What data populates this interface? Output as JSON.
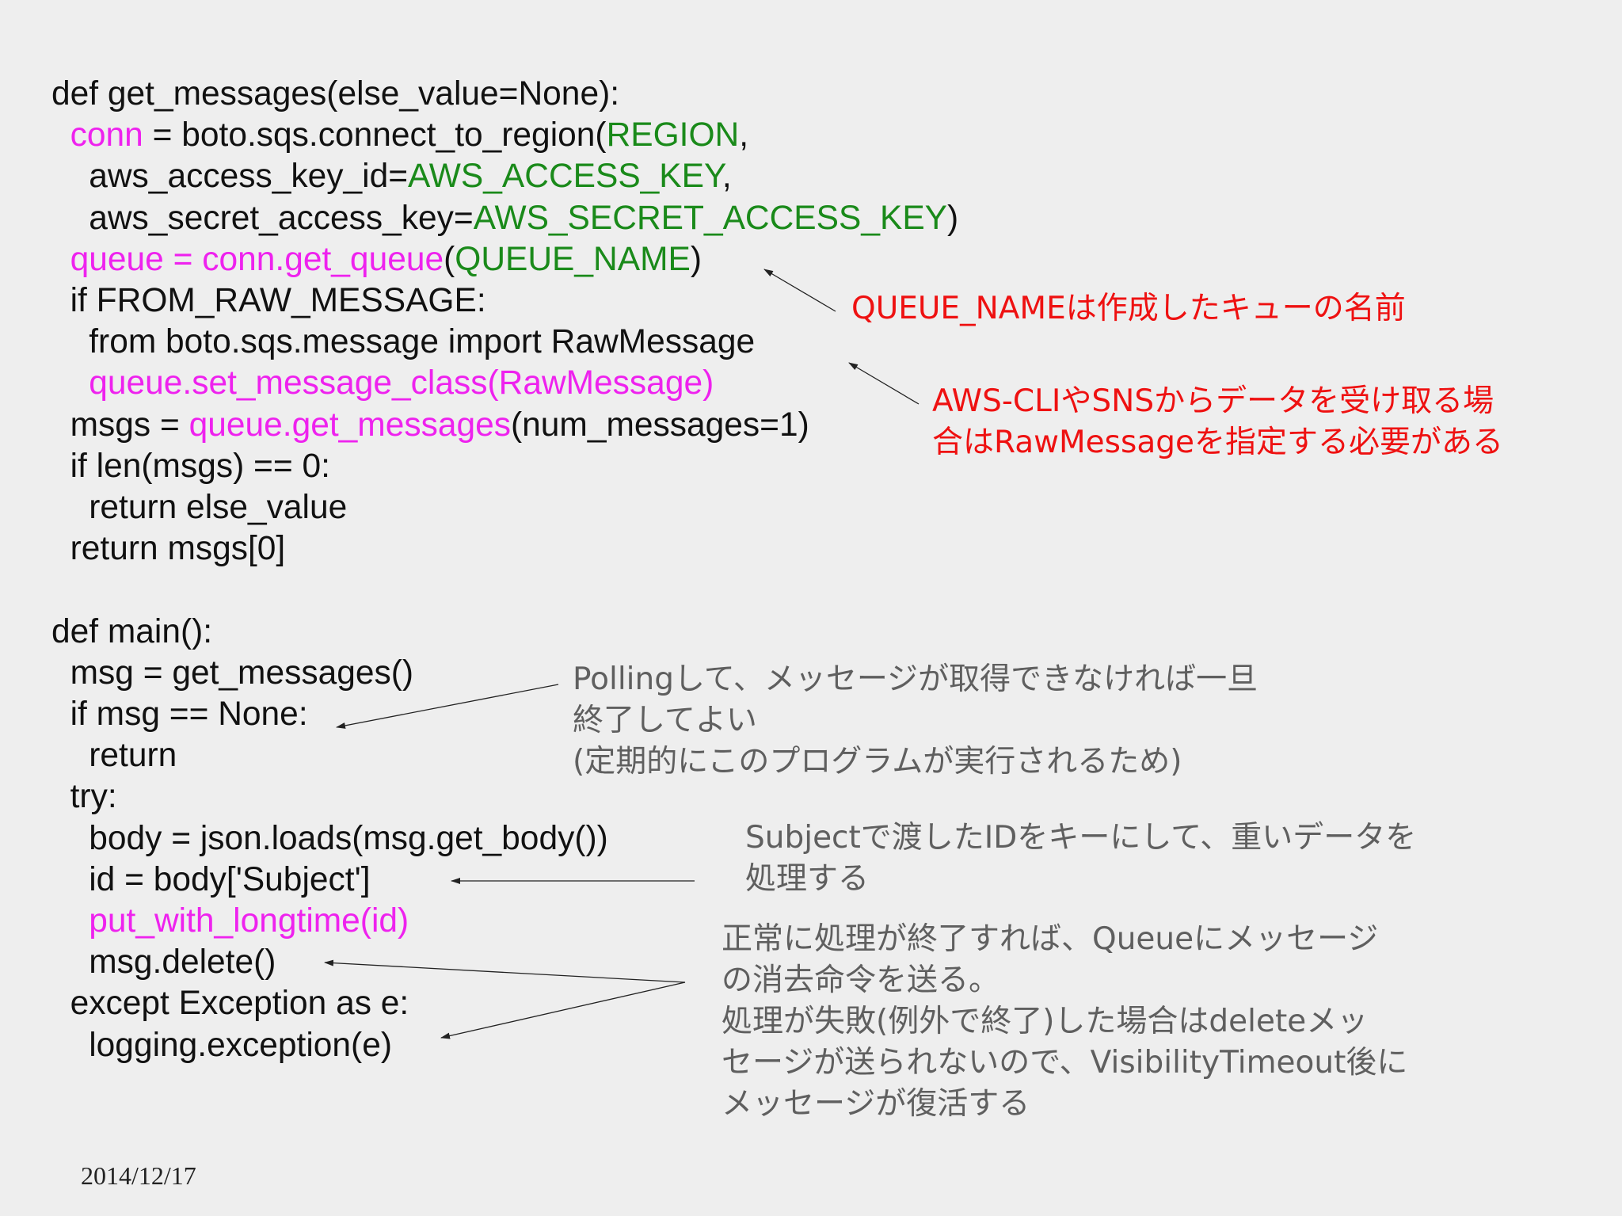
{
  "code_lines": [
    {
      "tokens": [
        {
          "text": "def get_messages(else_value=None):",
          "color": "default"
        }
      ]
    },
    {
      "tokens": [
        {
          "text": "  ",
          "color": "default"
        },
        {
          "text": "conn",
          "color": "magenta"
        },
        {
          "text": " = boto.sqs.connect_to_region(",
          "color": "default"
        },
        {
          "text": "REGION",
          "color": "green"
        },
        {
          "text": ",",
          "color": "default"
        }
      ]
    },
    {
      "tokens": [
        {
          "text": "    aws_access_key_id=",
          "color": "default"
        },
        {
          "text": "AWS_ACCESS_KEY",
          "color": "green"
        },
        {
          "text": ",",
          "color": "default"
        }
      ]
    },
    {
      "tokens": [
        {
          "text": "    aws_secret_access_key=",
          "color": "default"
        },
        {
          "text": "AWS_SECRET_ACCESS_KEY",
          "color": "green"
        },
        {
          "text": ")",
          "color": "default"
        }
      ]
    },
    {
      "tokens": [
        {
          "text": "  ",
          "color": "default"
        },
        {
          "text": "queue = conn.get_queue",
          "color": "magenta"
        },
        {
          "text": "(",
          "color": "default"
        },
        {
          "text": "QUEUE_NAME",
          "color": "green"
        },
        {
          "text": ")",
          "color": "default"
        }
      ]
    },
    {
      "tokens": [
        {
          "text": "  if FROM_RAW_MESSAGE:",
          "color": "default"
        }
      ]
    },
    {
      "tokens": [
        {
          "text": "    from boto.sqs.message import RawMessage",
          "color": "default"
        }
      ]
    },
    {
      "tokens": [
        {
          "text": "    ",
          "color": "default"
        },
        {
          "text": "queue.set_message_class(RawMessage)",
          "color": "magenta"
        }
      ]
    },
    {
      "tokens": [
        {
          "text": "  msgs = ",
          "color": "default"
        },
        {
          "text": "queue.get_messages",
          "color": "magenta"
        },
        {
          "text": "(num_messages=1)",
          "color": "default"
        }
      ]
    },
    {
      "tokens": [
        {
          "text": "  if len(msgs) == 0:",
          "color": "default"
        }
      ]
    },
    {
      "tokens": [
        {
          "text": "    return else_value",
          "color": "default"
        }
      ]
    },
    {
      "tokens": [
        {
          "text": "  return msgs[0]",
          "color": "default"
        }
      ]
    },
    {
      "tokens": []
    },
    {
      "tokens": [
        {
          "text": "def main():",
          "color": "default"
        }
      ]
    },
    {
      "tokens": [
        {
          "text": "  msg = get_messages()",
          "color": "default"
        }
      ]
    },
    {
      "tokens": [
        {
          "text": "  if msg == None:",
          "color": "default"
        }
      ]
    },
    {
      "tokens": [
        {
          "text": "    return",
          "color": "default"
        }
      ]
    },
    {
      "tokens": [
        {
          "text": "  try:",
          "color": "default"
        }
      ]
    },
    {
      "tokens": [
        {
          "text": "    body = json.loads(msg.get_body())",
          "color": "default"
        }
      ]
    },
    {
      "tokens": [
        {
          "text": "    id = body['Subject']",
          "color": "default"
        }
      ]
    },
    {
      "tokens": [
        {
          "text": "    ",
          "color": "default"
        },
        {
          "text": "put_with_longtime(id)",
          "color": "magenta"
        }
      ]
    },
    {
      "tokens": [
        {
          "text": "    msg.delete()",
          "color": "default"
        }
      ]
    },
    {
      "tokens": [
        {
          "text": "  except Exception as e:",
          "color": "default"
        }
      ]
    },
    {
      "tokens": [
        {
          "text": "    logging.exception(e)",
          "color": "default"
        }
      ]
    }
  ],
  "annotations": {
    "queue_name": "QUEUE_NAMEは作成したキューの名前",
    "raw_message": "AWS-CLIやSNSからデータを受け取る場\n合はRawMessageを指定する必要がある",
    "polling": "Pollingして、メッセージが取得できなければ一旦\n終了してよい\n(定期的にこのプログラムが実行されるため)",
    "subject": "Subjectで渡したIDをキーにして、重いデータを\n処理する",
    "delete": "正常に処理が終了すれば、Queueにメッセージ\nの消去命令を送る。\n処理が失敗(例外で終了)した場合はdeleteメッ\nセージが送られないので、VisibilityTimeout後に\nメッセージが復活する"
  },
  "footer": {
    "date": "2014/12/17"
  },
  "colors": {
    "background": "#eeeeee",
    "code_default": "#111111",
    "code_magenta": "#ee22ee",
    "code_green": "#1a8a1a",
    "note_red": "#ee1111",
    "note_gray": "#5f5f5f",
    "arrow": "#222222"
  }
}
